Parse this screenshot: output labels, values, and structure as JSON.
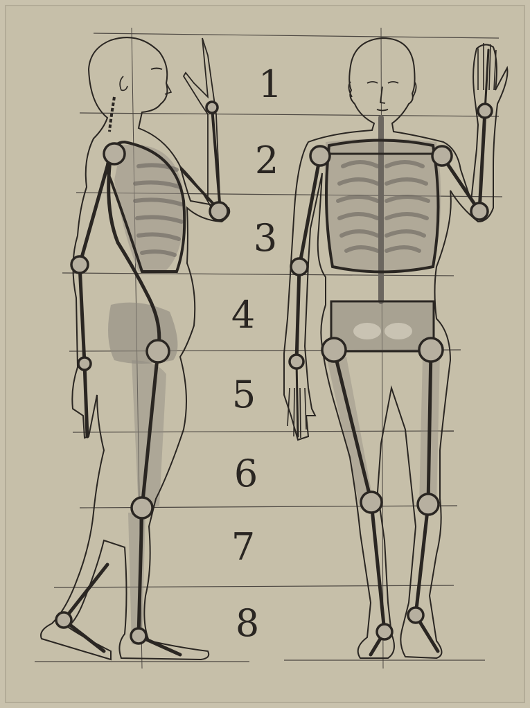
{
  "figure": {
    "type": "anatomical-proportion-diagram",
    "views": [
      "side",
      "front"
    ],
    "head_units": [
      "1",
      "2",
      "3",
      "4",
      "5",
      "6",
      "7",
      "8"
    ]
  },
  "colors": {
    "paper": "#c9c2ad",
    "ink": "#2a2622",
    "shade": "#8f8a80",
    "joint_fill": "#b7b0a0"
  }
}
